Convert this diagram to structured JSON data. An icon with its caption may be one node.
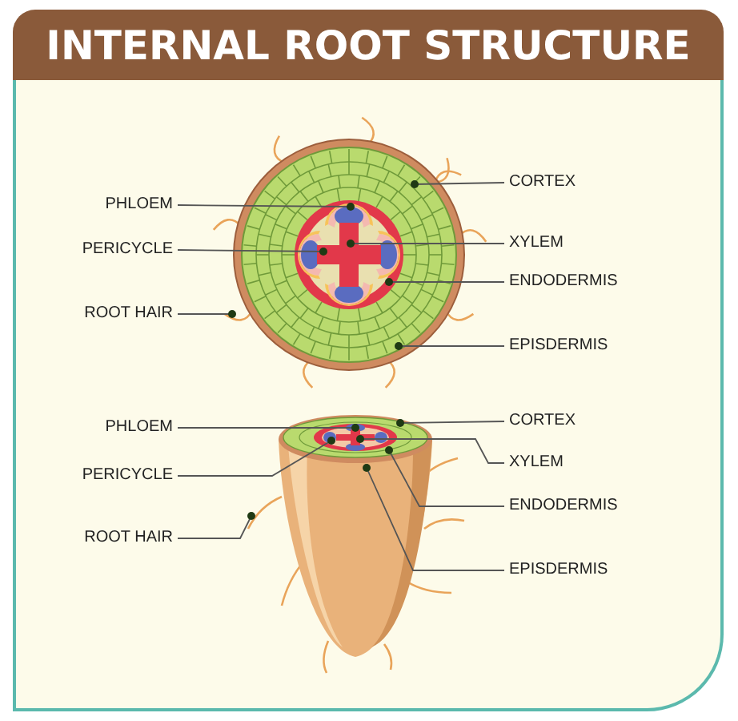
{
  "diagram": {
    "title": "INTERNAL ROOT STRUCTURE",
    "nodes": [
      {
        "text": [
          "PHLOEM"
        ]
      },
      {
        "text": [
          "PERICYCLE"
        ]
      },
      {
        "text": [
          "ROOT HAIR"
        ]
      },
      {
        "text": [
          "CORTEX"
        ]
      },
      {
        "text": [
          "XYLEM"
        ]
      },
      {
        "text": [
          "ENDODERMIS"
        ]
      },
      {
        "text": [
          "EPISDERMIS"
        ]
      },
      {
        "text": [
          "PHLOEM"
        ]
      },
      {
        "text": [
          "PERICYCLE"
        ]
      },
      {
        "text": [
          "ROOT HAIR"
        ]
      },
      {
        "text": [
          "CORTEX"
        ]
      },
      {
        "text": [
          "XYLEM"
        ]
      },
      {
        "text": [
          "ENDODERMIS"
        ]
      },
      {
        "text": [
          "EPISDERMIS"
        ]
      },
      {
        "text": [],
        "shape": "picture"
      },
      {
        "text": [],
        "shape": "picture"
      }
    ],
    "edges": [
      {
        "from": 0,
        "to": 14,
        "arrow": "other"
      },
      {
        "from": 1,
        "to": 14,
        "arrow": "other"
      },
      {
        "from": 2,
        "to": 14,
        "arrow": "other"
      },
      {
        "from": 3,
        "to": 14,
        "arrow": "other"
      },
      {
        "from": 4,
        "to": 14,
        "arrow": "other"
      },
      {
        "from": 5,
        "to": 14,
        "arrow": "other"
      },
      {
        "from": 6,
        "to": 14,
        "arrow": "other"
      },
      {
        "from": 7,
        "to": 15,
        "arrow": "other"
      },
      {
        "from": 8,
        "to": 15,
        "arrow": "other"
      },
      {
        "from": 9,
        "to": 15,
        "arrow": "other"
      },
      {
        "from": 10,
        "to": 15,
        "arrow": "other"
      },
      {
        "from": 11,
        "to": 15,
        "arrow": "other"
      },
      {
        "from": 12,
        "to": 15,
        "arrow": "other"
      },
      {
        "from": 13,
        "to": 15,
        "arrow": "other"
      }
    ]
  }
}
